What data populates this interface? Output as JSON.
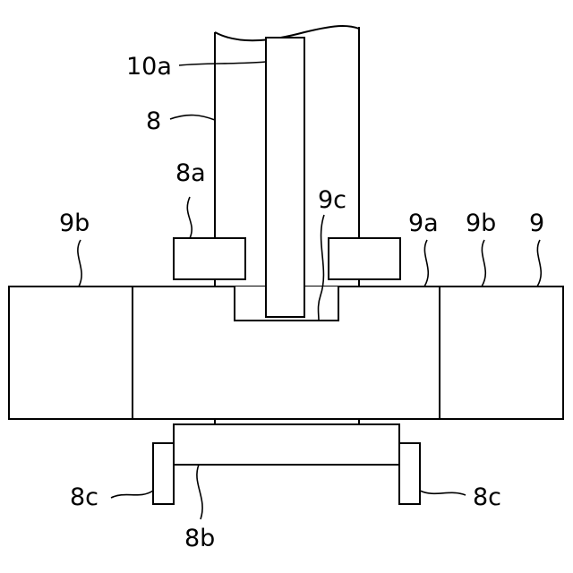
{
  "labels": {
    "shaft_10a": "10a",
    "column_8": "8",
    "block_8a": "8a",
    "outer_9b_left": "9b",
    "recess_9c": "9c",
    "surface_9a": "9a",
    "outer_9b_right": "9b",
    "plate_9": "9",
    "foot_8c_left": "8c",
    "foot_8c_right": "8c",
    "bar_8b": "8b"
  },
  "colors": {
    "line": "#000000",
    "background": "#ffffff"
  }
}
